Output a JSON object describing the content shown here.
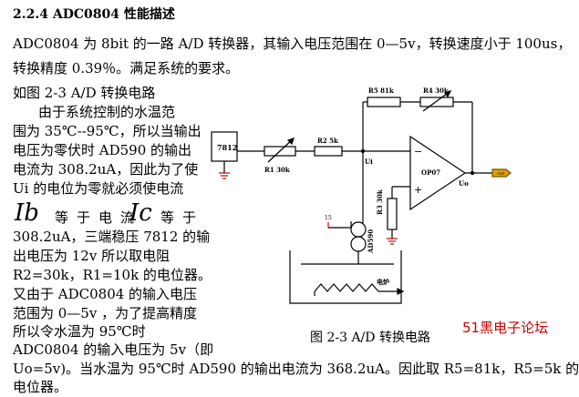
{
  "heading": "2.2.4 ADC0804 性能描述",
  "paragraph1": [
    "ADC0804 为 8bit 的一路 A/D 转换器，其输入电压范围在 0—5v，转换速度小于 100us，",
    "转换精度 0.39％。满足系统的要求。"
  ],
  "fig_ref": "如图 2-3 A/D 转换电路",
  "left_text": [
    "由于系统控制的水温范",
    "围为 35℃--95℃，所以当输出",
    "电压为零伏时 AD590 的输出",
    "电流为 308.2uA，因此为了使",
    "Ui 的电位为零就必须使电流"
  ],
  "big_line": {
    "ib": "Ib",
    "eq1": "等于电流",
    "ic": "Ic",
    "eq2": "等于"
  },
  "left_text2": [
    "308.2uA，三端稳压 7812 的输",
    "出电压为 12v 所以取电阻",
    "R2=30k，R1=10k 的电位器。",
    "又由于 ADC0804 的输入电压",
    "范围为 0—5v ，为了提高精度",
    "所以令水温为 95℃时",
    "ADC0804 的输入电压为 5v（即"
  ],
  "bottom_text": [
    "Uo=5v)。当水温为 95℃时 AD590 的输出电流为 368.2uA。因此取 R5=81k，R5=5k 的",
    "电位器。"
  ],
  "caption": "图 2-3 A/D 转换电路",
  "watermark": "51黑电子论坛",
  "circuit": {
    "r5": "R5  81k",
    "r4": "R4  30k",
    "reg": "7812",
    "r1": "R1  30k",
    "r2": "R2  5k",
    "ui": "Ui",
    "opamp": "OP07",
    "uo": "Uo",
    "out": "out",
    "r3": "R3  30k",
    "sensor": "AD590",
    "supply": "15",
    "heater": "电炉"
  }
}
